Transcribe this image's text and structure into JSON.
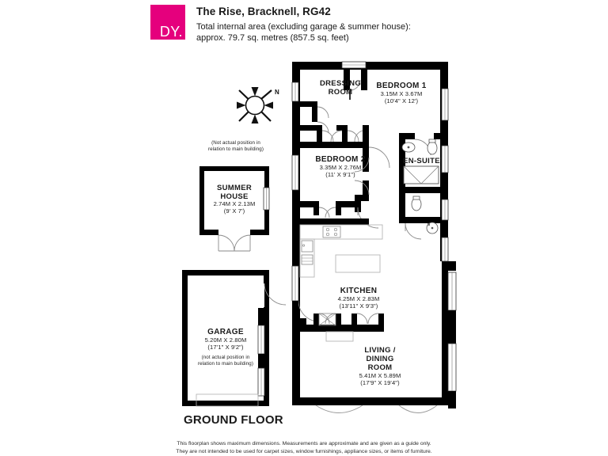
{
  "header": {
    "logo_text": "DY.",
    "logo_color": "#e5007d",
    "title": "The Rise, Bracknell, RG42",
    "subtitle_line1": "Total internal area (excluding garage & summer house):",
    "subtitle_line2": "approx. 79.7 sq. metres (857.5 sq. feet)"
  },
  "floor_label": "GROUND FLOOR",
  "compass": {
    "label": "N"
  },
  "notes": {
    "summer_house_note_line1": "(Not actual position in",
    "summer_house_note_line2": "relation to main building)",
    "garage_note_line1": "(not actual position in",
    "garage_note_line2": "relation to main building)"
  },
  "rooms": [
    {
      "id": "dressing-room",
      "name_line1": "DRESSING",
      "name_line2": "ROOM",
      "dim_metric": "",
      "dim_imperial": ""
    },
    {
      "id": "bedroom-1",
      "name_line1": "BEDROOM 1",
      "name_line2": "",
      "dim_metric": "3.15M X 3.67M",
      "dim_imperial": "(10'4\" X 12')"
    },
    {
      "id": "bedroom-2",
      "name_line1": "BEDROOM 2",
      "name_line2": "",
      "dim_metric": "3.35M X 2.76M",
      "dim_imperial": "(11' X 9'1\")"
    },
    {
      "id": "en-suite",
      "name_line1": "EN-SUITE",
      "name_line2": "",
      "dim_metric": "",
      "dim_imperial": ""
    },
    {
      "id": "kitchen",
      "name_line1": "KITCHEN",
      "name_line2": "",
      "dim_metric": "4.25M X 2.83M",
      "dim_imperial": "(13'11\" X 9'3\")"
    },
    {
      "id": "living-dining-room",
      "name_line1": "LIVING /",
      "name_line2": "DINING",
      "name_line3": "ROOM",
      "dim_metric": "5.41M X 5.89M",
      "dim_imperial": "(17'9\" X 19'4\")"
    },
    {
      "id": "summer-house",
      "name_line1": "SUMMER",
      "name_line2": "HOUSE",
      "dim_metric": "2.74M X 2.13M",
      "dim_imperial": "(9' X 7')"
    },
    {
      "id": "garage",
      "name_line1": "GARAGE",
      "name_line2": "",
      "dim_metric": "5.20M X 2.80M",
      "dim_imperial": "(17'1\" X 9'2\")"
    }
  ],
  "disclaimer_line1": "This floorplan shows maximum dimensions. Measurements are approximate and are given as a guide only.",
  "disclaimer_line2": "They are not intended to be used for carpet sizes, window furnishings, appliance sizes, or items of furniture.",
  "colors": {
    "wall": "#000000",
    "brand": "#e5007d",
    "thin_line": "#8a8a8a",
    "text": "#1a1a1a"
  }
}
